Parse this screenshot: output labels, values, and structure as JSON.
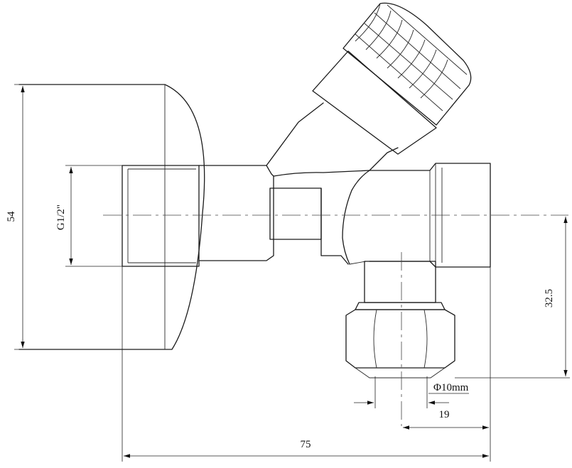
{
  "dimensions": {
    "overall_height": "54",
    "thread": "G1/2\"",
    "outlet_offset": "32.5",
    "tube_diameter": "Φ10mm",
    "outlet_setback": "19",
    "overall_length": "75"
  },
  "colors": {
    "line": "#1a1a1a",
    "background": "#ffffff"
  }
}
